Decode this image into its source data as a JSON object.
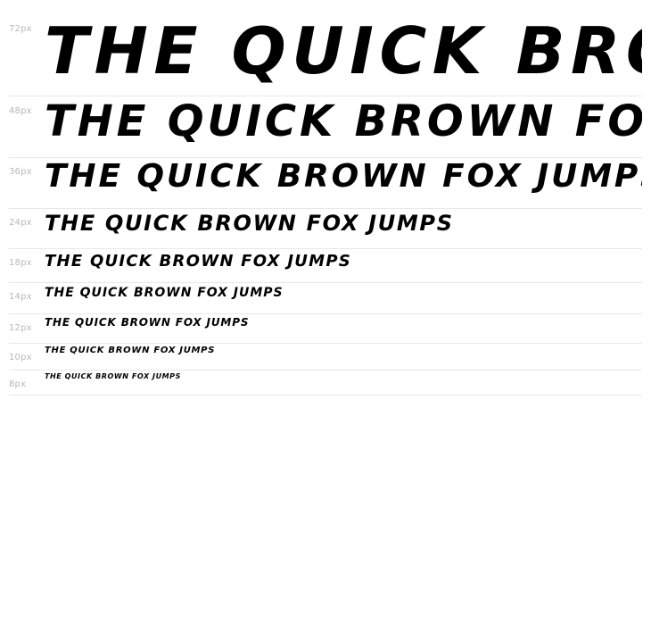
{
  "sample_text": "THE QUICK BROWN FOX JUMPS",
  "text_color": "#000000",
  "label_color": "#b8b8b8",
  "divider_color": "#e8e8e8",
  "rows": [
    {
      "size_label": "72px",
      "sample": "THE QUICK BROWN FOX JUMPS"
    },
    {
      "size_label": "48px",
      "sample": "THE QUICK BROWN FOX JUMPS"
    },
    {
      "size_label": "36px",
      "sample": "THE QUICK BROWN FOX JUMPS"
    },
    {
      "size_label": "24px",
      "sample": "THE QUICK BROWN FOX JUMPS"
    },
    {
      "size_label": "18px",
      "sample": "THE QUICK BROWN FOX JUMPS"
    },
    {
      "size_label": "14px",
      "sample": "THE QUICK BROWN FOX JUMPS"
    },
    {
      "size_label": "12px",
      "sample": "THE QUICK BROWN FOX JUMPS"
    },
    {
      "size_label": "10px",
      "sample": "THE QUICK BROWN FOX JUMPS"
    },
    {
      "size_label": "8px",
      "sample": "THE QUICK BROWN FOX JUMPS"
    }
  ]
}
